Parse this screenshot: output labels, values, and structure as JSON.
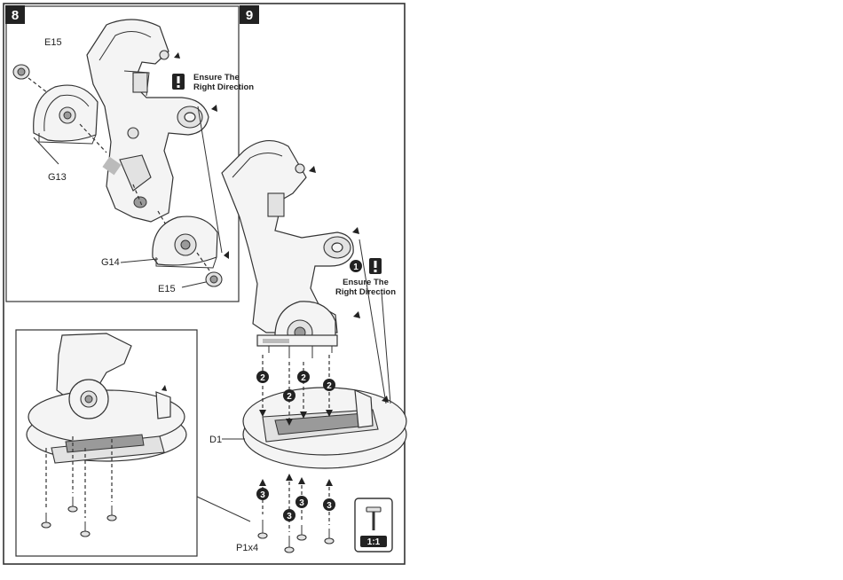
{
  "steps": [
    {
      "number": "8",
      "labels": {
        "e15_top": "E15",
        "g13": "G13",
        "g14": "G14",
        "e15_bottom": "E15"
      },
      "warning": {
        "line1": "Ensure The",
        "line2": "Right Direction"
      }
    },
    {
      "number": "9",
      "labels": {
        "d1": "D1",
        "screw": "P1x4"
      },
      "warning": {
        "line1": "Ensure The",
        "line2": "Right Direction"
      },
      "callouts": [
        "1",
        "2",
        "2",
        "2",
        "2",
        "3",
        "3",
        "3",
        "3"
      ],
      "scale_badge": "1:1"
    }
  ],
  "icons": {
    "warning": "exclamation-icon",
    "screw": "screw-icon"
  },
  "colors": {
    "ink": "#222222",
    "panel": "#ffffff",
    "shade": "#9a9a9a"
  }
}
